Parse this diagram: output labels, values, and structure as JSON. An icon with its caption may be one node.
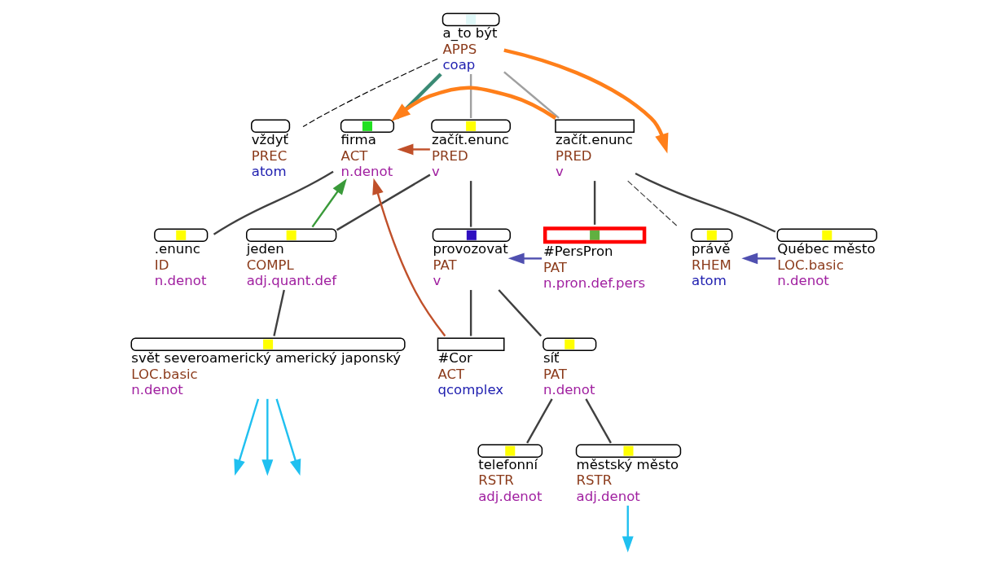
{
  "diagram": {
    "nodes": [
      {
        "text": [
          "a_to být",
          "APPS",
          "coap"
        ]
      },
      {
        "text": [
          "vždyť",
          "PREC",
          "atom"
        ]
      },
      {
        "text": [
          "firma",
          "ACT",
          "n.denot"
        ]
      },
      {
        "text": [
          "začít.enunc",
          "PRED",
          "v"
        ]
      },
      {
        "text": [
          "začít.enunc",
          "PRED",
          "v"
        ]
      },
      {
        "text": [
          ".enunc",
          "ID",
          "n.denot"
        ]
      },
      {
        "text": [
          "jeden",
          "COMPL",
          "adj.quant.def"
        ]
      },
      {
        "text": [
          "provozovat",
          "PAT",
          "v"
        ]
      },
      {
        "text": [
          "#PersPron",
          "PAT",
          "n.pron.def.pers"
        ]
      },
      {
        "text": [
          "právě",
          "RHEM",
          "atom"
        ]
      },
      {
        "text": [
          "Québec město",
          "LOC.basic",
          "n.denot"
        ]
      },
      {
        "text": [
          "svět severoamerický americký japonský",
          "LOC.basic",
          "n.denot"
        ]
      },
      {
        "text": [
          "#Cor",
          "ACT",
          "qcomplex"
        ]
      },
      {
        "text": [
          "síť",
          "PAT",
          "n.denot"
        ]
      },
      {
        "text": [
          "telefonní",
          "RSTR",
          "adj.denot"
        ]
      },
      {
        "text": [
          "městský město",
          "RSTR",
          "adj.denot"
        ]
      }
    ],
    "edges": [
      {
        "from": 0,
        "to": 1,
        "arrow": "none",
        "style": "dashed",
        "color": "#000000"
      },
      {
        "from": 0,
        "to": 2,
        "arrow": "none",
        "style": "thick",
        "color": "#3a8a74"
      },
      {
        "from": 0,
        "to": 3,
        "arrow": "none",
        "color": "#a0a0a0"
      },
      {
        "from": 0,
        "to": 4,
        "arrow": "none",
        "color": "#a0a0a0"
      },
      {
        "from": 2,
        "to": 5,
        "arrow": "none"
      },
      {
        "from": 3,
        "to": 6,
        "arrow": "none"
      },
      {
        "from": 3,
        "to": 7,
        "arrow": "none"
      },
      {
        "from": 4,
        "to": 8,
        "arrow": "none"
      },
      {
        "from": 4,
        "to": 9,
        "arrow": "none",
        "style": "dashed"
      },
      {
        "from": 4,
        "to": 10,
        "arrow": "none"
      },
      {
        "from": 6,
        "to": 11,
        "arrow": "none"
      },
      {
        "from": 7,
        "to": 12,
        "arrow": "none"
      },
      {
        "from": 7,
        "to": 13,
        "arrow": "none"
      },
      {
        "from": 13,
        "to": 14,
        "arrow": "none"
      },
      {
        "from": 13,
        "to": 15,
        "arrow": "none"
      },
      {
        "from": 4,
        "to": 2,
        "arrow": "to",
        "style": "thick",
        "color": "#ff7f1a"
      },
      {
        "from": 0,
        "to": null,
        "arrow": "to",
        "style": "thick",
        "color": "#ff7f1a"
      },
      {
        "from": 3,
        "to": 2,
        "arrow": "to",
        "color": "#c0502a"
      },
      {
        "from": 12,
        "to": 2,
        "arrow": "to",
        "color": "#c0502a"
      },
      {
        "from": 6,
        "to": 2,
        "arrow": "to",
        "color": "#3a9a3a"
      },
      {
        "from": 8,
        "to": 7,
        "arrow": "to",
        "color": "#5050b0"
      },
      {
        "from": 10,
        "to": 9,
        "arrow": "to",
        "color": "#5050b0"
      },
      {
        "from": 11,
        "to": null,
        "arrow": "to",
        "color": "#20c0f0"
      },
      {
        "from": 11,
        "to": null,
        "arrow": "to",
        "color": "#20c0f0"
      },
      {
        "from": 11,
        "to": null,
        "arrow": "to",
        "color": "#20c0f0"
      },
      {
        "from": 15,
        "to": null,
        "arrow": "to",
        "color": "#20c0f0"
      }
    ]
  }
}
